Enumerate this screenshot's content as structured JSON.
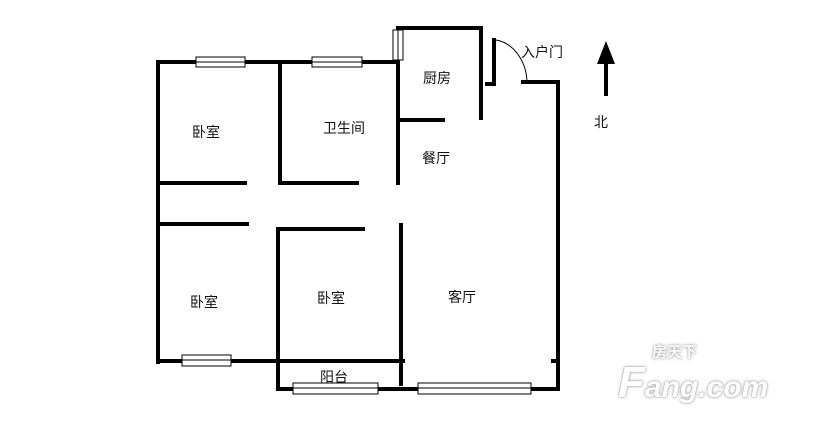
{
  "rooms": {
    "bedroom_top_left": "卧室",
    "bathroom": "卫生间",
    "kitchen": "厨房",
    "dining": "餐厅",
    "bedroom_bottom_left": "卧室",
    "bedroom_middle": "卧室",
    "living_room": "客厅",
    "balcony": "阳台"
  },
  "entrance_label": "入户门",
  "north_label": "北",
  "watermark": {
    "brand": "Fang.com",
    "brand_big": "F",
    "brand_rest": "ang.com",
    "chinese": "房天下"
  }
}
